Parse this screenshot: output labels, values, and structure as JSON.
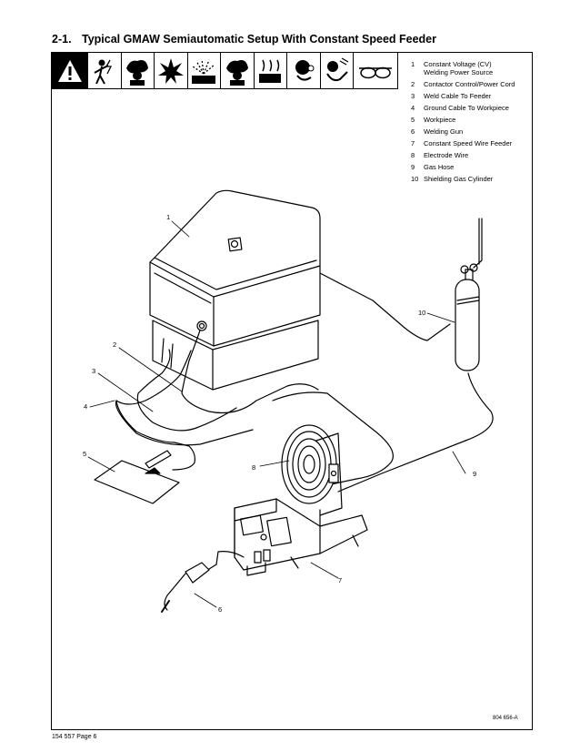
{
  "section": {
    "number": "2-1.",
    "title": "Typical GMAW Semiautomatic Setup With Constant Speed Feeder"
  },
  "safety_icons": [
    "warning-triangle-icon",
    "electric-shock-icon",
    "fumes-icon",
    "fire-explosion-icon",
    "flying-sparks-icon",
    "fumes-icon-2",
    "hot-parts-icon",
    "hearing-protection-icon",
    "eye-protection-icon",
    "safety-glasses-icon"
  ],
  "legend": [
    {
      "n": "1",
      "label": "Constant Voltage (CV)",
      "label2": "Welding Power Source"
    },
    {
      "n": "2",
      "label": "Contactor Control/Power Cord"
    },
    {
      "n": "3",
      "label": "Weld Cable To Feeder"
    },
    {
      "n": "4",
      "label": "Ground Cable To Workpiece"
    },
    {
      "n": "5",
      "label": "Workpiece"
    },
    {
      "n": "6",
      "label": "Welding Gun"
    },
    {
      "n": "7",
      "label": "Constant Speed Wire Feeder"
    },
    {
      "n": "8",
      "label": "Electrode Wire"
    },
    {
      "n": "9",
      "label": "Gas Hose"
    },
    {
      "n": "10",
      "label": "Shielding Gas Cylinder"
    }
  ],
  "callouts": [
    "1",
    "2",
    "3",
    "4",
    "5",
    "6",
    "7",
    "8",
    "9",
    "10"
  ],
  "art_number": "804 656-A",
  "footer": "154 557 Page 6"
}
